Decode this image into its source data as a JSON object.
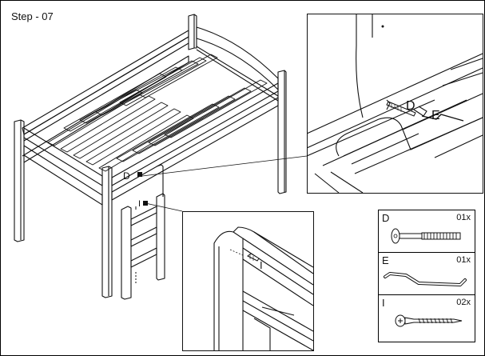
{
  "step": {
    "title": "Step - 07"
  },
  "callouts": {
    "main_d": "D",
    "main_i": "I",
    "top_detail_d": "D",
    "top_detail_e": "E",
    "bottom_detail_i": "I"
  },
  "parts": [
    {
      "letter": "D",
      "qty": "01x",
      "icon": "bolt-icon"
    },
    {
      "letter": "E",
      "qty": "01x",
      "icon": "allen-key-icon"
    },
    {
      "letter": "I",
      "qty": "02x",
      "icon": "screw-icon"
    }
  ]
}
